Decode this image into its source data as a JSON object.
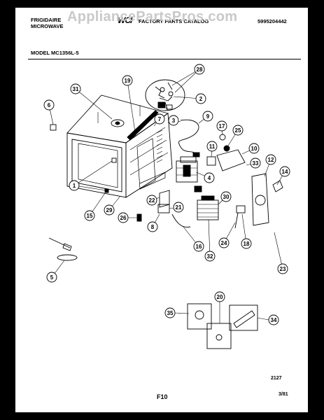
{
  "header": {
    "brand_line1": "FRIGIDAIRE",
    "brand_line2": "MICROWAVE",
    "logo_text": "WCI",
    "catalog_title": "FACTORY PARTS CATALOG",
    "catalog_number": "5995204442",
    "model": "MODEL MC1356L-5"
  },
  "watermark": "AppliancePartsPros.com",
  "callouts": [
    "1",
    "2",
    "3",
    "4",
    "5",
    "6",
    "7",
    "8",
    "9",
    "10",
    "11",
    "12",
    "14",
    "15",
    "16",
    "17",
    "18",
    "19",
    "20",
    "21",
    "22",
    "23",
    "24",
    "25",
    "26",
    "28",
    "29",
    "30",
    "31",
    "32",
    "33",
    "34",
    "35"
  ],
  "footer": {
    "drawing_number": "2127",
    "page_label": "F10",
    "date": "3/81"
  }
}
